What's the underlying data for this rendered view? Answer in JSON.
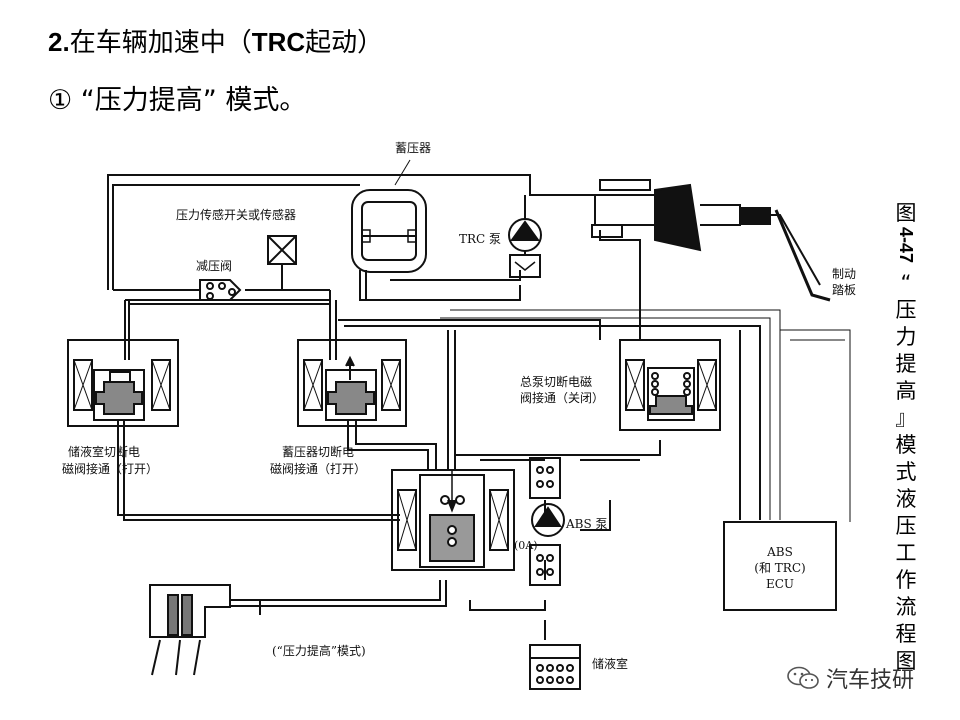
{
  "heading": {
    "line1_num": "2.",
    "line1_pre": "在车辆加速中（",
    "line1_trc": "TRC",
    "line1_post": "起动）",
    "line2": "① “压力提高” 模式。"
  },
  "labels": {
    "accumulator": "蓄压器",
    "pressure_switch": "压力传感开关或传感器",
    "trc_pump": "TRC 泵",
    "relief_valve": "减压阀",
    "brake_pedal_1": "制动",
    "brake_pedal_2": "踏板",
    "master_cut_1": "总泵切断电磁",
    "master_cut_2": "阀接通（关闭）",
    "reservoir_cut_1": "储液室切断电",
    "reservoir_cut_2": "磁阀接通（打开）",
    "accum_cut_1": "蓄压器切断电",
    "accum_cut_2": "磁阀接通（打开）",
    "abs_pump": "ABS 泵",
    "oa": "(0A)",
    "ecu_1": "ABS",
    "ecu_2": "(和 TRC)",
    "ecu_3": "ECU",
    "mode": "(“压力提高”模式)",
    "reservoir": "储液室"
  },
  "caption": {
    "prefix": "图",
    "number": "4-47",
    "text": "“压力提高』模式液压工作流程图"
  },
  "watermark": {
    "text": "汽车技研",
    "icon": "wechat-icon"
  }
}
